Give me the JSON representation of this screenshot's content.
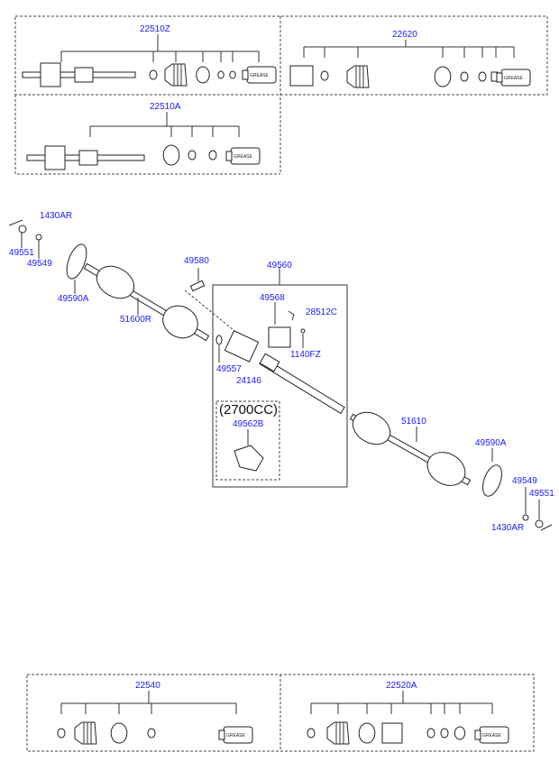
{
  "kits": {
    "k22510Z": {
      "label": "22510Z"
    },
    "k22620": {
      "label": "22620"
    },
    "k22510A": {
      "label": "22510A"
    },
    "k22540": {
      "label": "22540"
    },
    "k22520A": {
      "label": "22520A"
    }
  },
  "grease_label": "GREASE",
  "parts": {
    "p1430AR_l": "1430AR",
    "p49551_l": "49551",
    "p49549_l": "49549",
    "p49590A_l": "49590A",
    "p51600R": "51600R",
    "p49580": "49580",
    "p49560": "49560",
    "p49568": "49568",
    "p28512C": "28512C",
    "p1140FZ": "1140FZ",
    "p49557": "49557",
    "p24146": "24146",
    "note_2700": "(2700CC)",
    "p49562B": "49562B",
    "p51610": "51610",
    "p49590A_r": "49590A",
    "p49549_r": "49549",
    "p49551_r": "49551",
    "p1430AR_r": "1430AR"
  }
}
